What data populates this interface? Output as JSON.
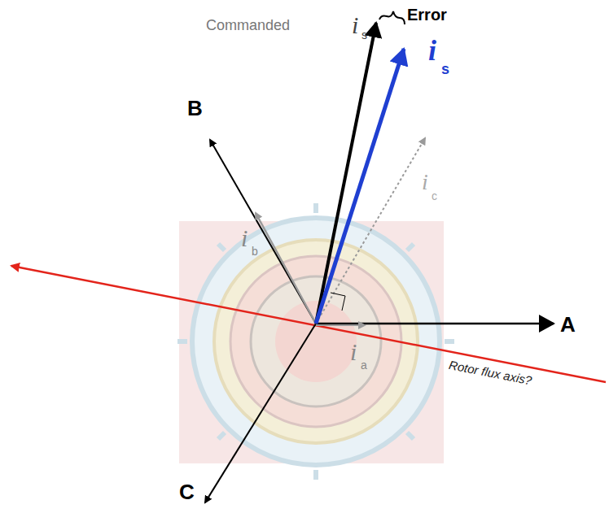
{
  "diagram": {
    "labels": [
      "Commanded",
      "i",
      "s",
      "Error",
      "i",
      "s",
      "B",
      "i",
      "c",
      "i",
      "b",
      "A",
      "i",
      "a",
      "Rotor flux axis?",
      "C"
    ]
  }
}
